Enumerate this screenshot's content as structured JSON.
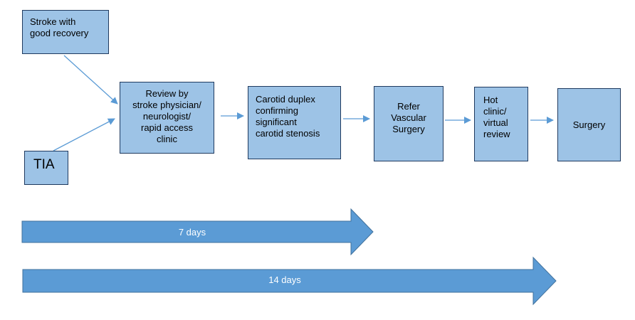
{
  "colors": {
    "box_fill": "#9dc3e6",
    "box_border": "#1f3a5f",
    "arrow": "#5b9bd5",
    "timeline_fill": "#5b9bd5",
    "timeline_border": "#41719c"
  },
  "nodes": {
    "stroke": [
      "Stroke with",
      "good recovery"
    ],
    "tia": [
      "TIA"
    ],
    "review": [
      "Review by",
      "stroke physician/",
      "neurologist/",
      "rapid access",
      "clinic"
    ],
    "carotid": [
      "Carotid duplex",
      "confirming",
      "significant",
      "carotid stenosis"
    ],
    "refer": [
      "Refer",
      "Vascular",
      "Surgery"
    ],
    "hot": [
      "Hot",
      "clinic/",
      "virtual",
      "review"
    ],
    "surgery": [
      "Surgery"
    ]
  },
  "timelines": {
    "seven": "7 days",
    "fourteen": "14 days"
  }
}
